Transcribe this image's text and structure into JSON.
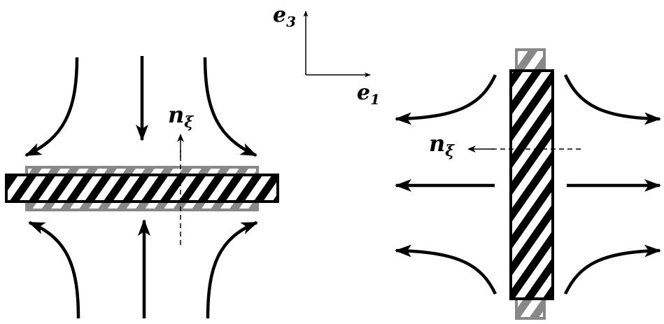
{
  "axes": {
    "vertical_label": "e",
    "vertical_subscript": "3",
    "horizontal_label": "e",
    "horizontal_subscript": "1"
  },
  "left_panel": {
    "normal_label": "n",
    "normal_subscript": "ξ"
  },
  "right_panel": {
    "normal_label": "n",
    "normal_subscript": "ξ"
  },
  "colors": {
    "ink": "#000000",
    "reference_plate": "#888888",
    "background": "#ffffff"
  }
}
